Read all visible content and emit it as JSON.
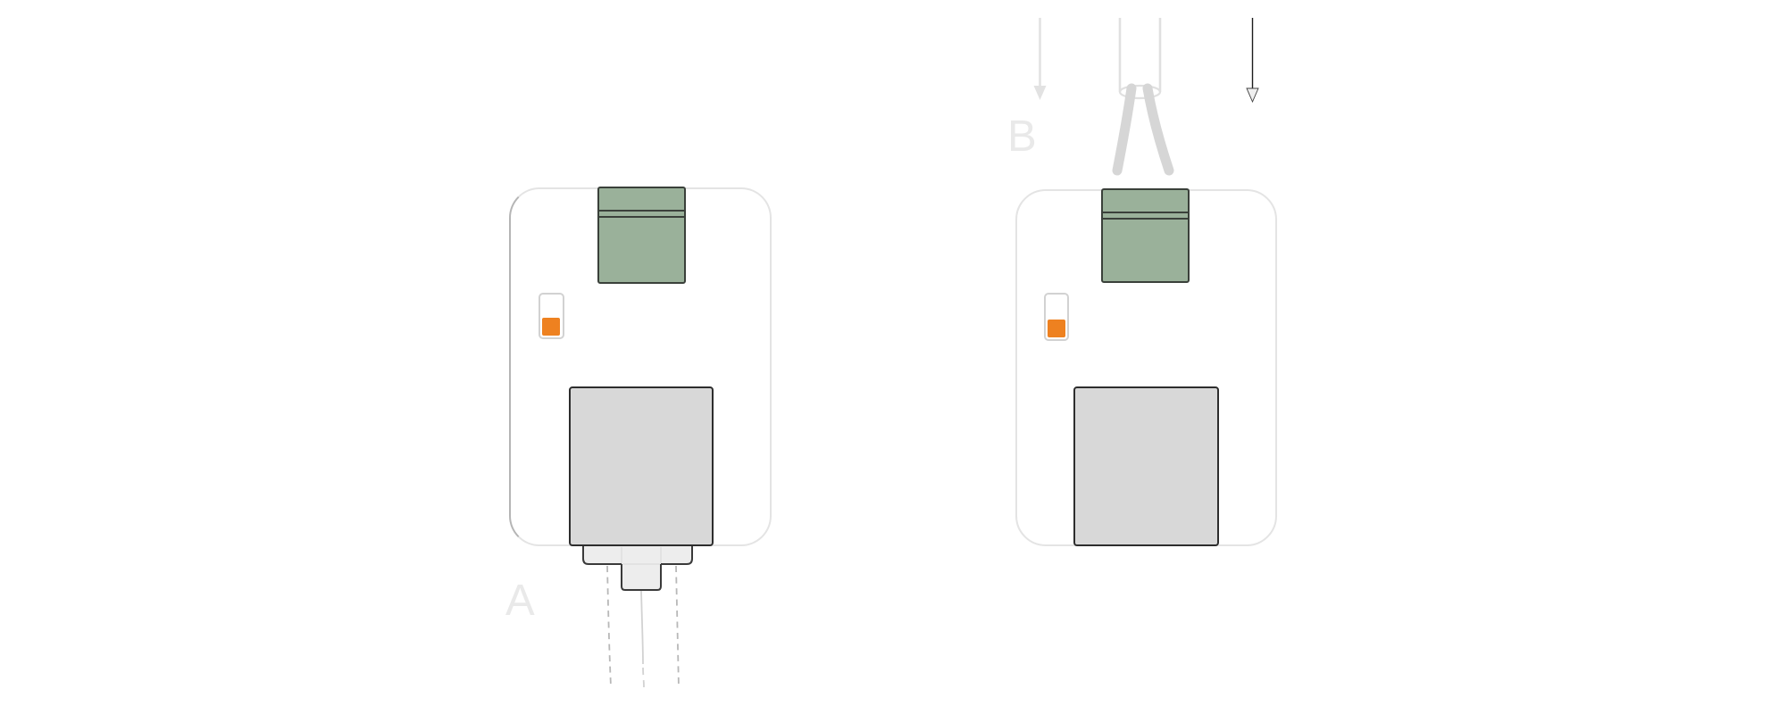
{
  "panels": {
    "a": {
      "label": "A"
    },
    "b": {
      "label": "B"
    }
  },
  "icons": {
    "left_arrow": "down-arrow-light",
    "right_arrow": "down-arrow-dark"
  },
  "colors": {
    "body_outline": "#E4E4E4",
    "body_outline_dark": "#B5B5B5",
    "green_block": "#9AB19A",
    "green_border": "#3A403A",
    "gray_block": "#D8D8D8",
    "gray_border": "#2D2D2D",
    "orange": "#EE8120",
    "switch_border": "#D2D2D2",
    "connector_fill": "#EDEDED",
    "connector_border": "#3A3A3A",
    "wire": "#B8B8B8",
    "wire_light": "#D2D2D2",
    "cable": "#D6D6D6",
    "tube": "#E0E0E0",
    "arrow_light": "#E2E2E2",
    "arrow_dark": "#1C1C1C",
    "label": "#E9E9E9"
  }
}
